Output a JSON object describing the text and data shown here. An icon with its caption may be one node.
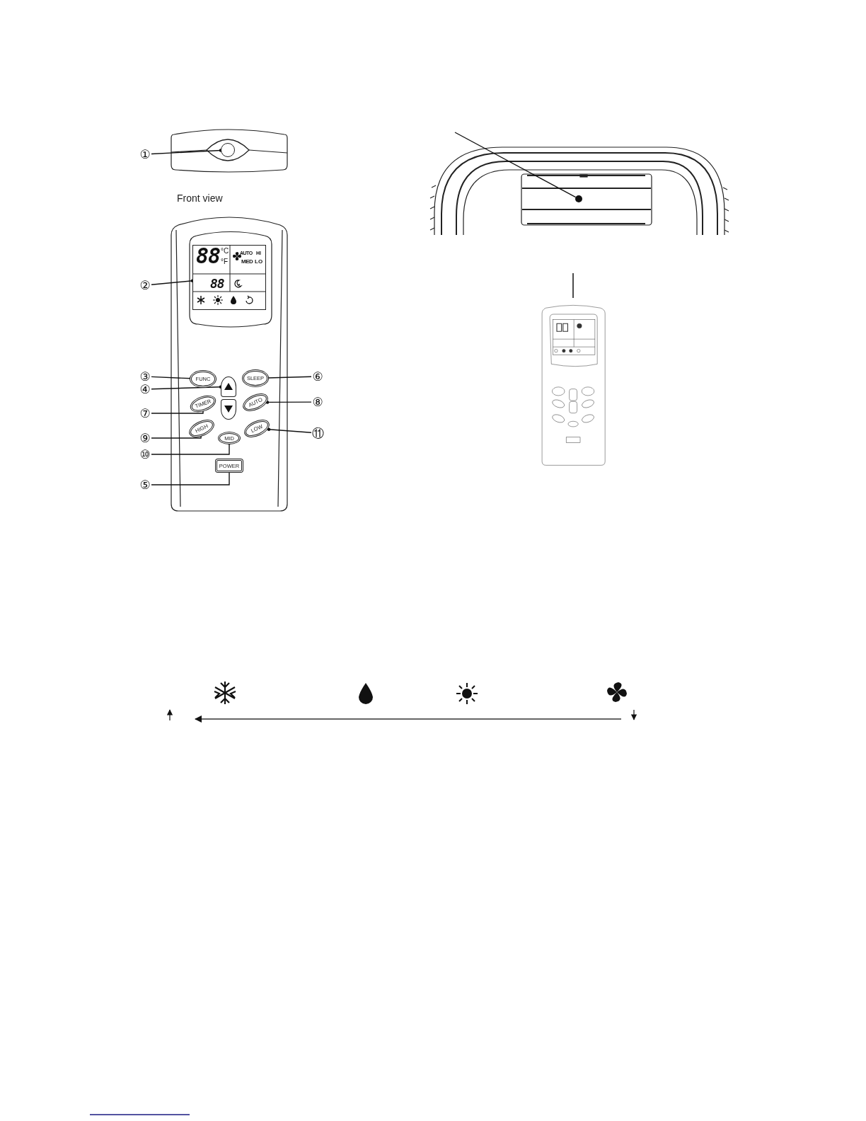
{
  "diagram": {
    "nodes": [
      {
        "text": [
          "①"
        ]
      },
      {
        "text": [],
        "shape": "circle"
      },
      {
        "text": [
          "②"
        ]
      },
      {
        "text": [
          "88",
          "°C",
          "°F",
          "AUTO",
          "HI",
          "MED",
          "LO",
          "88"
        ]
      },
      {
        "text": [
          "③"
        ]
      },
      {
        "text": [
          "FUNC"
        ]
      },
      {
        "text": [
          "④"
        ]
      },
      {
        "text": [],
        "shape": "box"
      },
      {
        "text": [],
        "shape": "box"
      },
      {
        "text": [
          "⑥"
        ]
      },
      {
        "text": [
          "SLEEP"
        ]
      },
      {
        "text": [
          "⑦"
        ]
      },
      {
        "text": [
          "TIMER"
        ]
      },
      {
        "text": [
          "⑧"
        ]
      },
      {
        "text": [
          "AUTO"
        ]
      },
      {
        "text": [
          "⑨"
        ]
      },
      {
        "text": [
          "HIGH"
        ]
      },
      {
        "text": [
          "⑩"
        ]
      },
      {
        "text": [
          "MID"
        ]
      },
      {
        "text": [
          "⑪"
        ]
      },
      {
        "text": [
          "LOW"
        ]
      },
      {
        "text": [
          "⑤"
        ]
      },
      {
        "text": [
          "POWER"
        ]
      },
      {
        "text": [],
        "shape": "circle"
      }
    ],
    "edges": [
      {
        "from": 0,
        "to": 1,
        "arrow": "other"
      },
      {
        "from": 2,
        "to": 3,
        "arrow": "other"
      },
      {
        "from": 4,
        "to": 5,
        "arrow": "other"
      },
      {
        "from": 6,
        "to": 7,
        "arrow": "other"
      },
      {
        "from": 9,
        "to": 10,
        "arrow": "other"
      },
      {
        "from": 11,
        "to": 12,
        "arrow": "other"
      },
      {
        "from": 13,
        "to": 14,
        "arrow": "other"
      },
      {
        "from": 15,
        "to": 16,
        "arrow": "other"
      },
      {
        "from": 17,
        "to": 18,
        "arrow": "other"
      },
      {
        "from": 19,
        "to": 20,
        "arrow": "other"
      },
      {
        "from": 21,
        "to": 22,
        "arrow": "other"
      },
      {
        "from": null,
        "to": 23,
        "arrow": "none"
      }
    ],
    "labels": [
      "Front view"
    ]
  }
}
